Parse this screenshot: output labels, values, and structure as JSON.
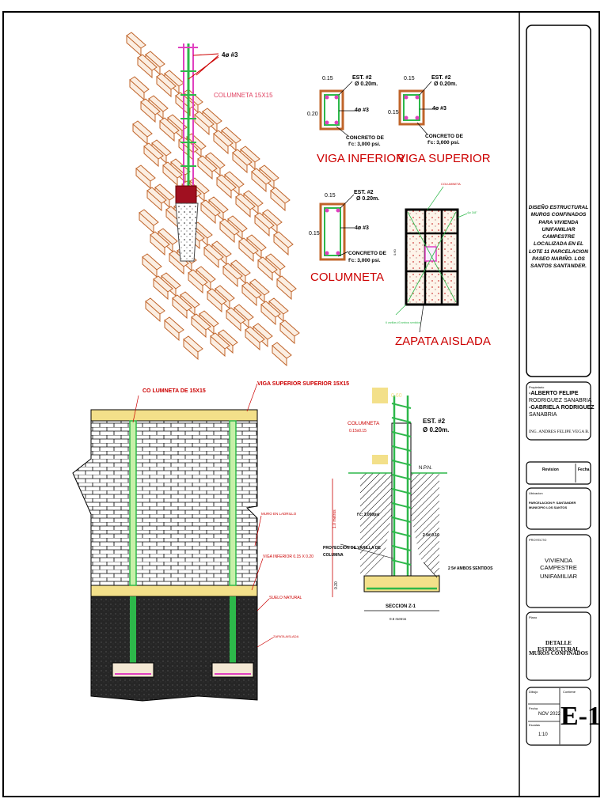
{
  "drawing": {
    "iso_view": {
      "rebar_label": "4ø #3",
      "column_label": "COLUMNETA 15X15"
    },
    "sections": [
      {
        "id": "viga-inferior",
        "title": "VIGA INFERIOR",
        "width_dim": "0.15",
        "height_dim": "0.20",
        "stirrup": "EST. #2",
        "spacing": "Ø 0.20m.",
        "rebar": "4ø #3",
        "concrete_line1": "CONCRETO  DE",
        "concrete_line2": "f'c: 3,000 psi."
      },
      {
        "id": "viga-superior",
        "title": "VIGA SUPERIOR",
        "width_dim": "0.15",
        "height_dim": "0.15",
        "stirrup": "EST. #2",
        "spacing": "Ø 0.20m.",
        "rebar": "4ø #3",
        "concrete_line1": "CONCRETO  DE",
        "concrete_line2": "f'c: 3,000 psi."
      },
      {
        "id": "columneta",
        "title": "COLUMNETA",
        "width_dim": "0.15",
        "height_dim": "0.15",
        "stirrup": "EST. #2",
        "spacing": "Ø 0.20m.",
        "rebar": "4ø #3",
        "concrete_line1": "CONCRETO  DE",
        "concrete_line2": "f'c: 3,000 psi."
      }
    ],
    "zapata": {
      "title": "ZAPATA AISLADA",
      "top_label": "COLUMNETA",
      "side_label": "4ø 3/8\"",
      "bottom_label": "6 varillas #3 ambos sentidos",
      "dim_label": "0.60"
    },
    "elevation": {
      "columneta_label": "CO LUMNETA DE 15X15",
      "viga_superior_label": "VIGA SUPERIOR SUPERIOR 15X15",
      "muro_label": "MURO EN LADRILLO",
      "viga_inferior_label": "VIGA INFERIOR 0.15 X 0.20",
      "suelo_label": "SUELO NATURAL",
      "zapata_label": "ZAPATA AISLADA"
    },
    "section_z1": {
      "columneta_label_1": "COLUMNETA",
      "columneta_label_2": "0.15x0.15",
      "stirrup": "EST. #2",
      "spacing": "Ø 0.20m.",
      "npn": "N.P.N.",
      "fc": "f'c: 3,000psi",
      "rebar_right": "2 5# 0.10",
      "proyeccion_1": "PROYECCION DE VARILLA DE",
      "proyeccion_2": "COLUMNA",
      "ambos": "2 5# AMBOS SENTIDOS",
      "title": "SECCION Z-1",
      "width": "0.6 metros",
      "depth": "1.0 metros",
      "slab": "0.20",
      "top_dim": "0.60",
      "mid_dim": "0.10"
    }
  },
  "title_block": {
    "project_desc": "DISEÑO ESTRUCTURAL MUROS CONFINADOS PARA VIVIENDA UNIFAMILIAR CAMPESTRE LOCALIZADA EN EL LOTE 11 PARCELACION PASEO NARIÑO. LOS SANTOS SANTANDER.",
    "owner_label": "Propietario",
    "owner_line1": "-ALBERTO FELIPE",
    "owner_line2": "RODRIGUEZ SANABRIA",
    "owner_line3": "-GABRIELA RODRIGUEZ",
    "owner_line4": "SANABRIA",
    "engineer": "ING. ANDRES FELIPE VEGA B.",
    "revision_label": "Revision",
    "fecha_label": "Fecha",
    "ubicacion_label": "Ubicacion",
    "ubicacion_line1": "PARCELACION P. SANTANDER",
    "ubicacion_line2": "MUNICIPIO LOS SANTOS",
    "proyecto_label": "PROYECTO",
    "proyecto_line1": "VIVIENDA CAMPESTRE",
    "proyecto_line2": "UNIFAMILIAR",
    "plano_label": "Plano",
    "plano_line1": "DETALLE ESTRUCTURAL",
    "plano_line2": "MUROS CONFINADOS",
    "dibujo_label": "Dibujo",
    "contiene_label": "Contiene",
    "fecha2_label": "Fecha",
    "fecha_value": "NOV 2022",
    "escala_label": "Escalas",
    "escala_value": "1:10",
    "sheet_number": "E-1"
  },
  "colors": {
    "brick": "#c0642a",
    "rebar": "#2db84a",
    "stirrup_pink": "#e040c0",
    "label_red": "#cc0000",
    "concrete_yellow": "#f3e08a",
    "soil": "#202020"
  }
}
